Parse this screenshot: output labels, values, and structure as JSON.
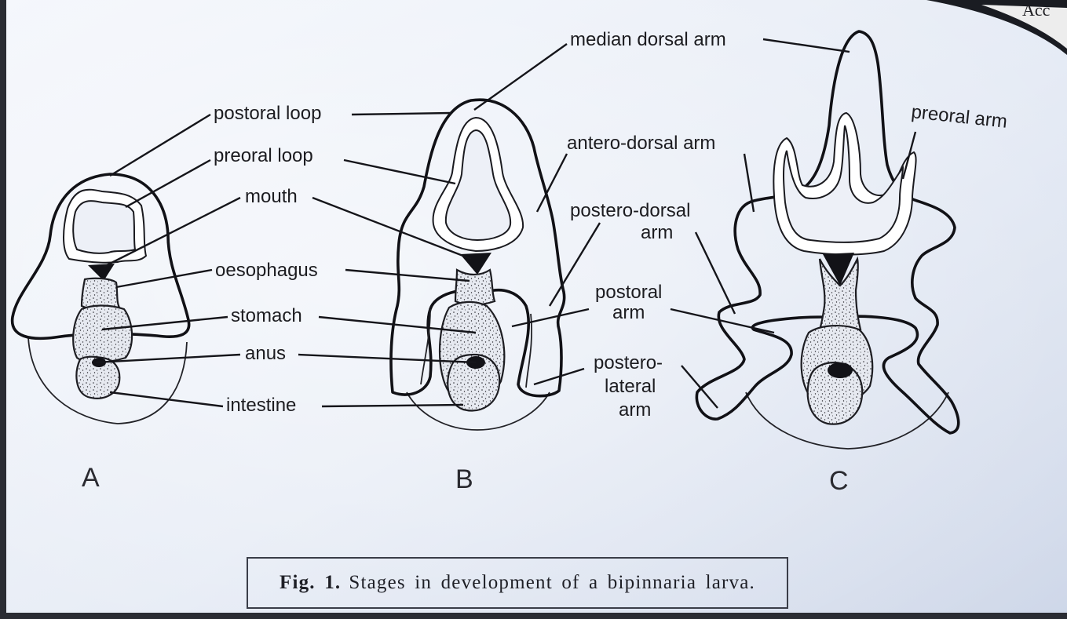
{
  "corner_text": "Acc",
  "labels": {
    "postoral_loop": "postoral loop",
    "preoral_loop": "preoral loop",
    "mouth": "mouth",
    "oesophagus": "oesophagus",
    "stomach": "stomach",
    "anus": "anus",
    "intestine": "intestine",
    "median_dorsal_arm": "median dorsal arm",
    "antero_dorsal_arm": "antero-dorsal arm",
    "postero_dorsal_arm_1": "postero-dorsal",
    "postero_dorsal_arm_2": "arm",
    "postoral_arm_1": "postoral",
    "postoral_arm_2": "arm",
    "postero_lateral_arm_1": "postero-",
    "postero_lateral_arm_2": "lateral",
    "postero_lateral_arm_3": "arm",
    "preoral_arm": "preoral arm"
  },
  "stages": {
    "a": "A",
    "b": "B",
    "c": "C"
  },
  "caption": {
    "prefix": "Fig. 1.",
    "text": "Stages in development of a bipinnaria larva."
  },
  "colors": {
    "background_light": "#eef2fa",
    "background_mid": "#d9e1f0",
    "ink": "#141418",
    "vignette": "#1a1c22"
  }
}
